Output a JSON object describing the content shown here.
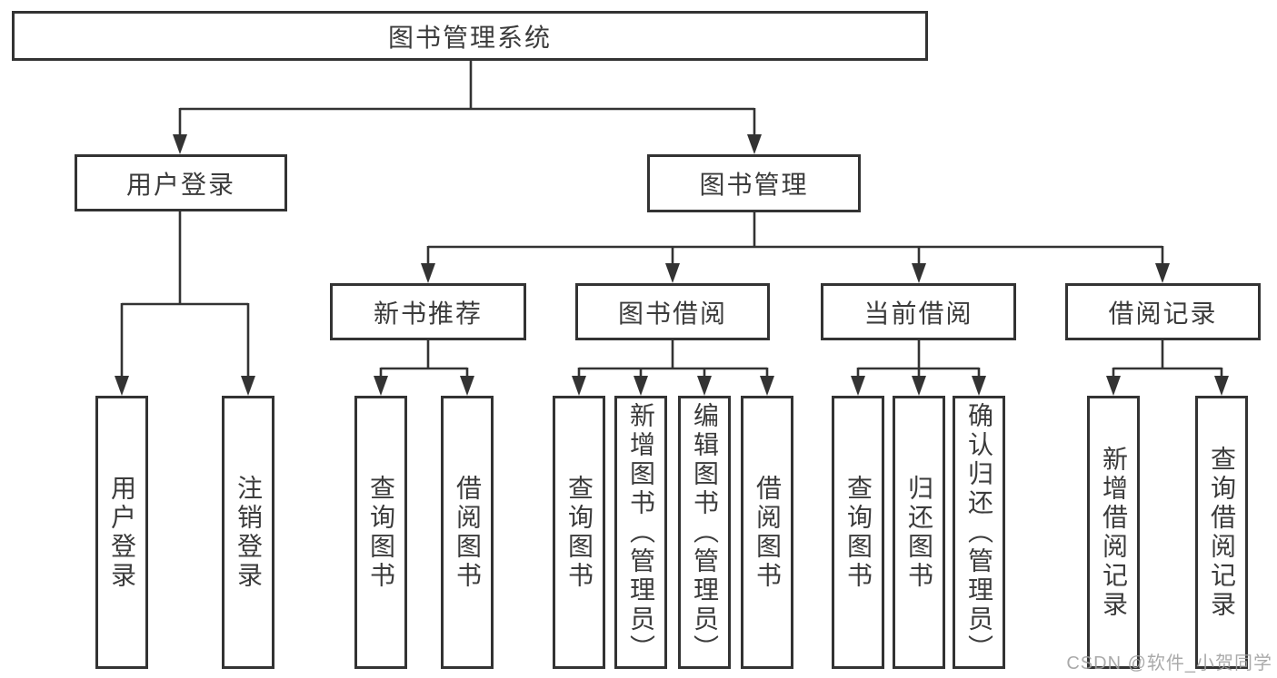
{
  "tree": {
    "label": "图书管理系统",
    "children": [
      {
        "label": "用户登录",
        "children": [
          {
            "label": "用户登录"
          },
          {
            "label": "注销登录"
          }
        ]
      },
      {
        "label": "图书管理",
        "children": [
          {
            "label": "新书推荐",
            "children": [
              {
                "label": "查询图书"
              },
              {
                "label": "借阅图书"
              }
            ]
          },
          {
            "label": "图书借阅",
            "children": [
              {
                "label": "查询图书"
              },
              {
                "label": "新增图书（管理员）"
              },
              {
                "label": "编辑图书（管理员）"
              },
              {
                "label": "借阅图书"
              }
            ]
          },
          {
            "label": "当前借阅",
            "children": [
              {
                "label": "查询图书"
              },
              {
                "label": "归还图书"
              },
              {
                "label": "确认归还（管理员）"
              }
            ]
          },
          {
            "label": "借阅记录",
            "children": [
              {
                "label": "新增借阅记录"
              },
              {
                "label": "查询借阅记录"
              }
            ]
          }
        ]
      }
    ]
  },
  "watermark": "CSDN @软件_小贺同学",
  "colors": {
    "line_and_border": "#333333",
    "text": "#3b3b3b",
    "watermark": "#9e9e9e"
  }
}
